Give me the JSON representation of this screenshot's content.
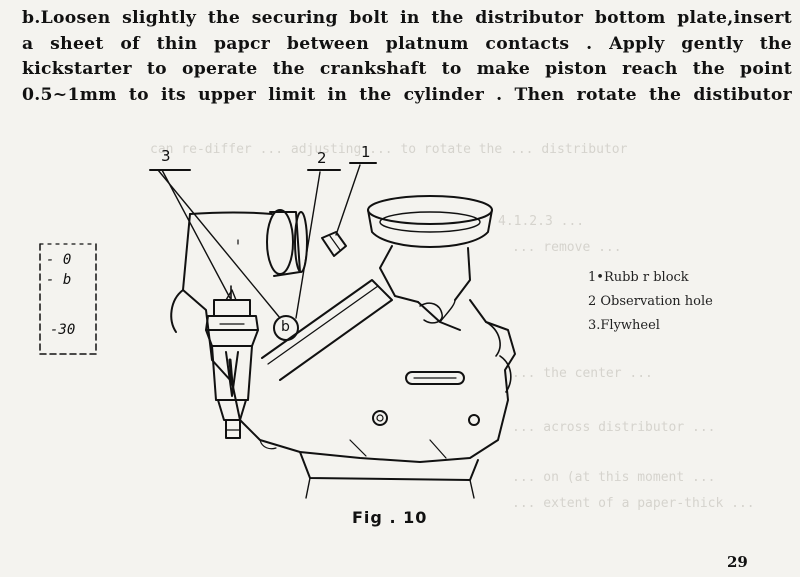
{
  "paragraph": {
    "lines": [
      "b.Loosen slightly the securing bolt in the distributor bottom plate,insert",
      "a sheet of thin papcr between platnum contacts . Apply gently the",
      "kickstarter to operate the crankshaft to make piston reach the point",
      "0.5~1mm to its upper limit in the cylinder . Then rotate the distibutor"
    ]
  },
  "callouts": {
    "c1": "1",
    "c2": "2",
    "c3": "3",
    "b": "b"
  },
  "scale": {
    "mark0": "- 0",
    "markb": "- b",
    "mark30": "-30"
  },
  "legend": {
    "items": [
      "1•Rubb r block",
      "2 Observation hole",
      "3.Flywheel"
    ]
  },
  "figure": {
    "caption": "Fig . 10"
  },
  "page": {
    "number": "29"
  }
}
